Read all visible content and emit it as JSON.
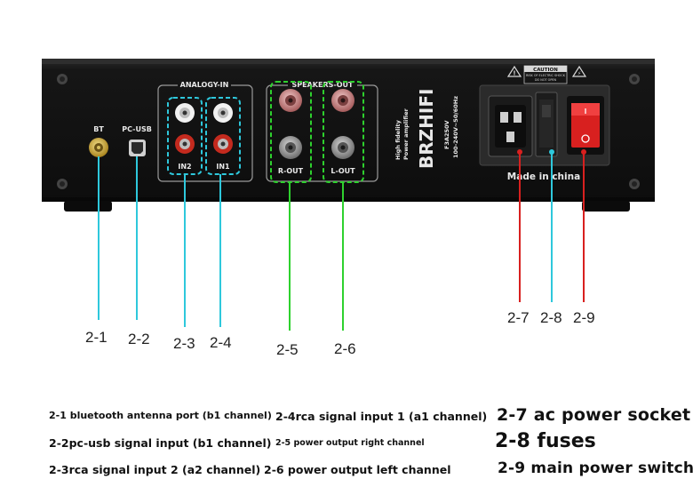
{
  "panel": {
    "bt_label": "BT",
    "pcusb_label": "PC-USB",
    "analog_in_heading": "ANALOGY-IN",
    "speakers_out_heading": "SPEAKERS-OUT",
    "in2_label": "IN2",
    "in1_label": "IN1",
    "rout_label": "R-OUT",
    "lout_label": "L-OUT",
    "brand_text": "BRZHIFI",
    "tagline_1": "High fidelity",
    "tagline_2": "Power amplifier",
    "fuse_rating": "F3A250V",
    "voltage_rating": "100-240V~50/60Hz",
    "caution_title": "CAUTION",
    "caution_line_1": "RISK OF ELECTRIC SHOCK",
    "caution_line_2": "DO NOT OPEN",
    "made_in": "Made in china"
  },
  "callouts": [
    {
      "id": "2-1",
      "label": "2-1"
    },
    {
      "id": "2-2",
      "label": "2-2"
    },
    {
      "id": "2-3",
      "label": "2-3"
    },
    {
      "id": "2-4",
      "label": "2-4"
    },
    {
      "id": "2-5",
      "label": "2-5"
    },
    {
      "id": "2-6",
      "label": "2-6"
    },
    {
      "id": "2-7",
      "label": "2-7"
    },
    {
      "id": "2-8",
      "label": "2-8"
    },
    {
      "id": "2-9",
      "label": "2-9"
    }
  ],
  "legend": {
    "l21": "2-1 bluetooth antenna port (b1 channel)",
    "l22": "2-2pc-usb signal input (b1 channel)",
    "l23": "2-3rca signal input 2 (a2 channel)",
    "l24": "2-4rca signal input 1 (a1 channel)",
    "l25": "2-5 power output right channel",
    "l26": "2-6 power output left channel",
    "l27": "2-7 ac power socket",
    "l28": "2-8 fuses",
    "l29": "2-9 main power switch"
  },
  "colors": {
    "leader_cyan": "#2ec8dc",
    "leader_green": "#2ed12e",
    "chassis": "#151515",
    "rca_white": "#f2f2f2",
    "rca_red": "#c42a1e",
    "switch_red": "#d8201f",
    "binding_red": "#c98a8a",
    "binding_gray": "#9a9a9a"
  }
}
